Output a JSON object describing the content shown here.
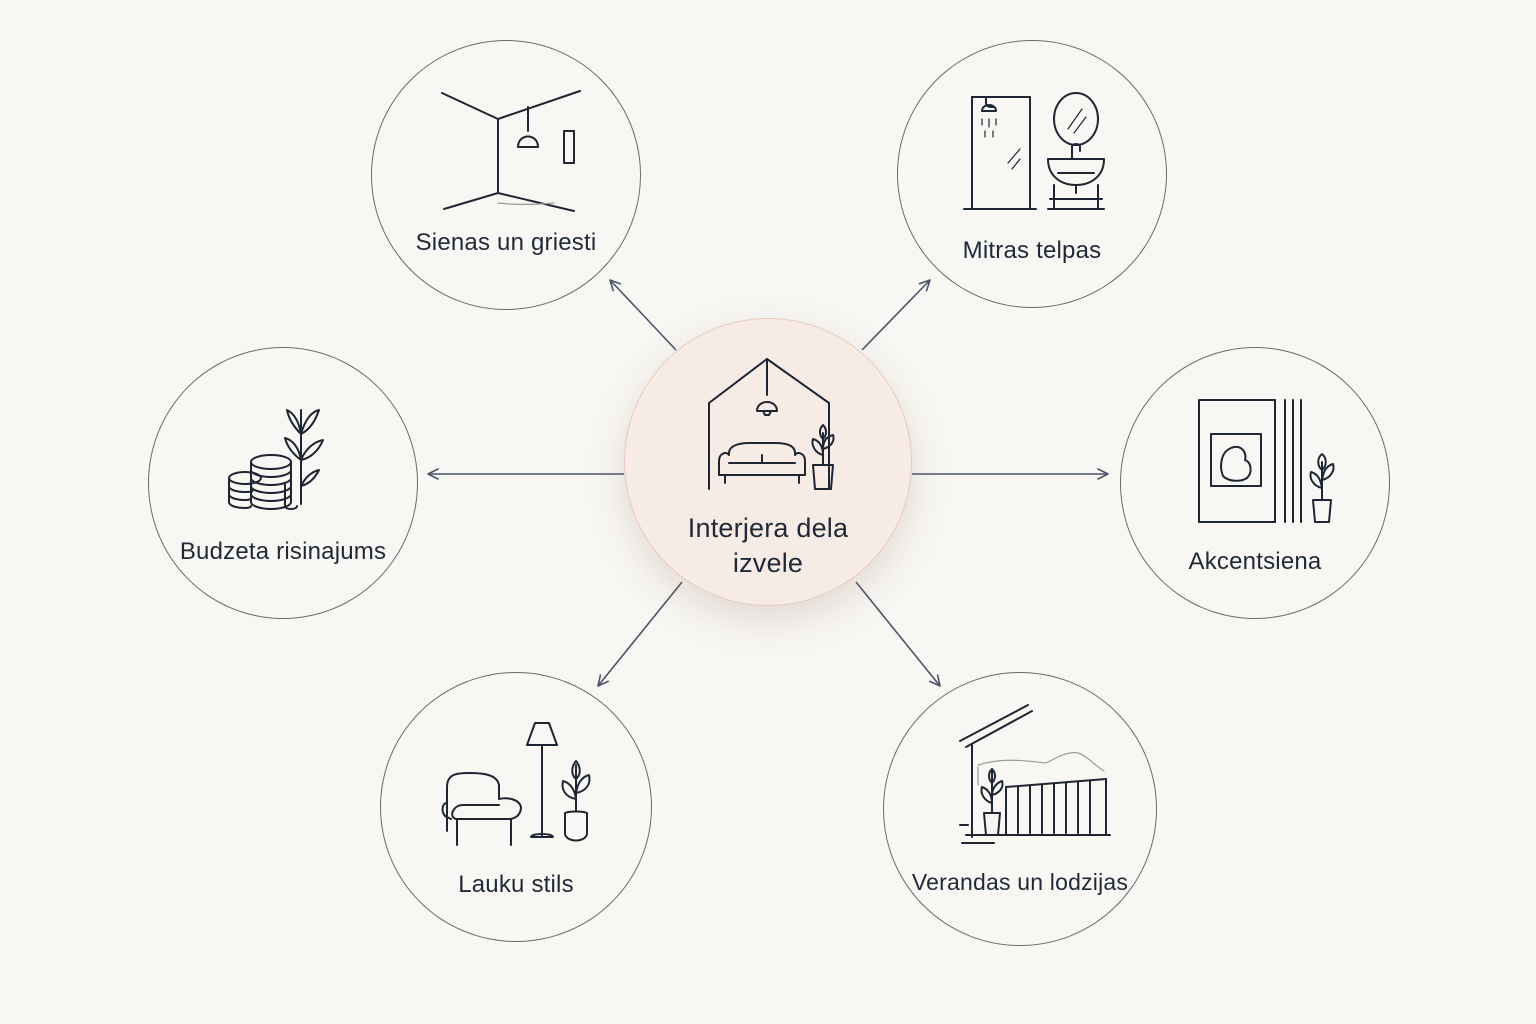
{
  "diagram": {
    "center": {
      "label_line1": "Interjera dela",
      "label_line2": "izvele"
    },
    "nodes": [
      {
        "id": "walls",
        "label": "Sienas un griesti",
        "icon": "wall-ceiling-lamp-icon"
      },
      {
        "id": "wet",
        "label": "Mitras telpas",
        "icon": "shower-sink-icon"
      },
      {
        "id": "budget",
        "label": "Budzeta risinajums",
        "icon": "coins-plant-icon"
      },
      {
        "id": "accent",
        "label": "Akcentsiena",
        "icon": "framed-wall-plant-icon"
      },
      {
        "id": "rustic",
        "label": "Lauku stils",
        "icon": "armchair-lamp-plant-icon"
      },
      {
        "id": "veranda",
        "label": "Verandas un lodzijas",
        "icon": "veranda-railing-icon"
      }
    ],
    "colors": {
      "background": "#f8f7f4",
      "center_fill": "#f7ebe5",
      "stroke": "#1e2533",
      "circle_border": "#6b6b6b",
      "arrow": "#4a5568"
    }
  }
}
